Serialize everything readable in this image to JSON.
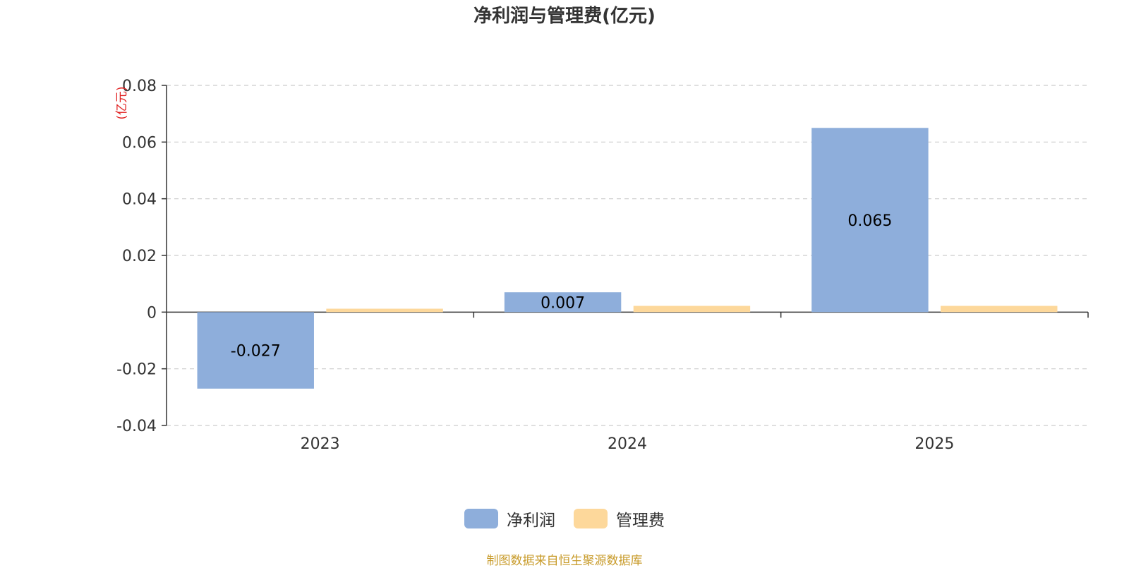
{
  "chart_data": {
    "type": "bar",
    "title": "净利润与管理费(亿元)",
    "unit_label": "(亿元)",
    "categories": [
      "2023",
      "2024",
      "2025"
    ],
    "series": [
      {
        "name": "净利润",
        "values": [
          -0.027,
          0.007,
          0.065
        ],
        "labels": [
          "-0.027",
          "0.007",
          "0.065"
        ],
        "color": "#8eaedb"
      },
      {
        "name": "管理费",
        "values": [
          0.0012,
          0.0022,
          0.0022
        ],
        "color": "#fdd89b"
      }
    ],
    "ylim": [
      -0.04,
      0.08
    ],
    "yticks": [
      -0.04,
      -0.02,
      0,
      0.02,
      0.04,
      0.06,
      0.08
    ],
    "ytick_labels": [
      "-0.04",
      "-0.02",
      "0",
      "0.02",
      "0.04",
      "0.06",
      "0.08"
    ],
    "grid": true,
    "legend_position": "bottom-center",
    "unit_color": "#e02020"
  },
  "footer": {
    "source": "制图数据来自恒生聚源数据库"
  }
}
